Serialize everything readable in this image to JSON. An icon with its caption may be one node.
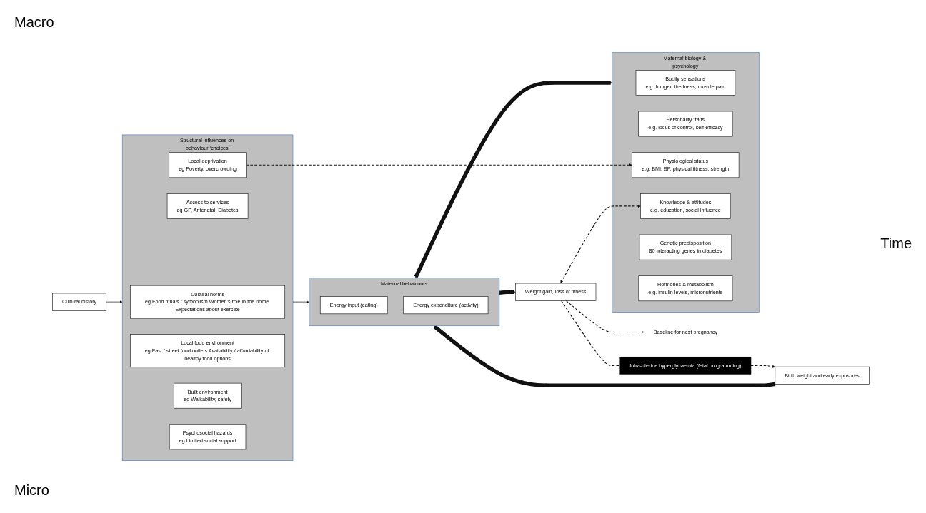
{
  "diagram": {
    "nodes": [
      {
        "text": [
          "Structural influences on behaviour ‘choices’"
        ]
      },
      {
        "text": [
          "Cultural norms",
          "eg Food rituals / symbolism Women’s role in the home Expectations about exercise"
        ],
        "in": 0
      },
      {
        "text": [
          "Access to services",
          "eg GP, Antenatal, Diabetes"
        ],
        "in": 0
      },
      {
        "text": [
          "Local deprivation",
          "eg Poverty, overcrowding"
        ],
        "in": 0
      },
      {
        "text": [
          "Local food environment",
          "eg Fast / street food outlets Availability / affordability of healthy food options"
        ],
        "in": 0
      },
      {
        "text": [
          "Built environment",
          "eg Walkability, safety"
        ],
        "in": 0
      },
      {
        "text": [
          "Psychosocial hazards",
          "eg Limited social support"
        ],
        "in": 0
      },
      {
        "text": [
          "Cultural history"
        ]
      },
      {
        "text": [
          "Birth weight and early exposures"
        ]
      },
      {
        "text": [
          "Maternal behaviours"
        ]
      },
      {
        "text": [
          "Energy input (eating)"
        ],
        "in": 9
      },
      {
        "text": [
          "Energy expenditure (activity)"
        ],
        "in": 9
      },
      {
        "text": [
          "Weight gain, loss of fitness"
        ]
      },
      {
        "text": [
          "Maternal biology & psychology"
        ]
      },
      {
        "text": [
          "Bodily sensations",
          "e.g. hunger, tiredness, muscle pain"
        ],
        "in": 13
      },
      {
        "text": [
          "Personality traits",
          "e.g. locus of control, self-efficacy"
        ],
        "in": 13
      },
      {
        "text": [
          "Physiological status",
          "e.g. BMI, BP, physical fitness, strength"
        ],
        "in": 13
      },
      {
        "text": [
          "Knowledge & attitudes",
          "e.g. education, social influence"
        ],
        "in": 13
      },
      {
        "text": [
          "Genetic predisposition",
          "80 interacting genes in diabetes"
        ],
        "in": 13
      },
      {
        "text": [
          "Hormones & metabolism",
          "e.g. insulin levels, micronutrients"
        ],
        "in": 13
      },
      {
        "text": [
          "Intra-uterine hyperglycaemia (fetal programming)"
        ]
      },
      {
        "text": [
          "Baseline for next pregnancy"
        ]
      }
    ],
    "edges": [
      {
        "from": 7,
        "to": 0,
        "arrow": "to"
      },
      {
        "from": 0,
        "to": 9,
        "arrow": "to"
      },
      {
        "from": 8,
        "to": 9,
        "arrow": "to",
        "style": "thick"
      },
      {
        "from": 9,
        "to": 12,
        "arrow": "to",
        "style": "thick"
      },
      {
        "from": 9,
        "to": 13,
        "arrow": "both",
        "style": "thick"
      },
      {
        "from": 3,
        "to": 16,
        "arrow": "to",
        "style": "dashed"
      },
      {
        "from": 12,
        "to": 17,
        "arrow": "both",
        "style": "dashed"
      },
      {
        "from": 12,
        "to": 21,
        "arrow": "to",
        "style": "dashed"
      },
      {
        "from": 12,
        "to": 20,
        "arrow": "none",
        "style": "dashed"
      },
      {
        "from": 20,
        "to": 8,
        "arrow": "to",
        "style": "dashed"
      }
    ],
    "labels": [
      "Macro",
      "Time",
      "Micro"
    ]
  }
}
